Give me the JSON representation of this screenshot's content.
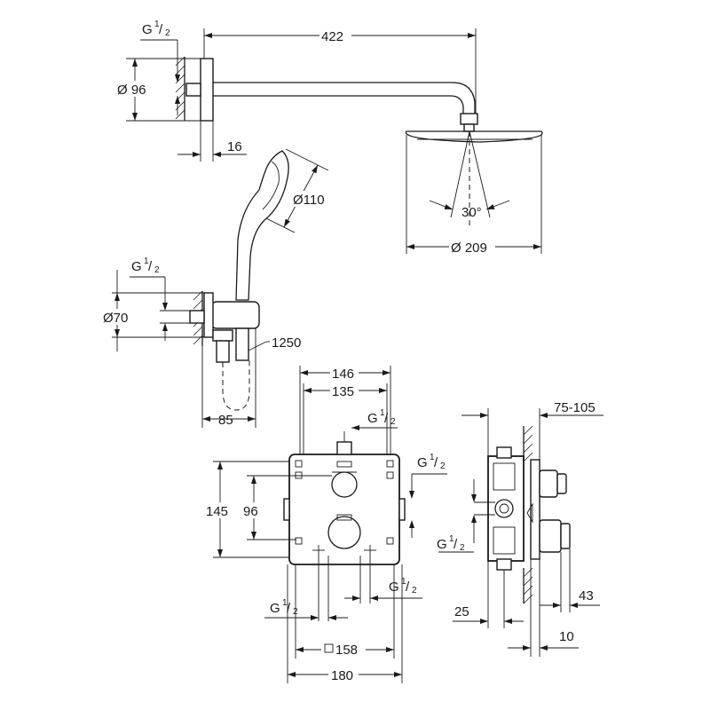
{
  "dimensions": {
    "arm_length": "422",
    "wall_flange_dia": "Ø 96",
    "wall_offset": "16",
    "hand_shower_dia": "Ø110",
    "spray_angle": "30°",
    "head_shower_dia": "Ø 209",
    "outlet_dia": "Ø70",
    "hose_length": "1250",
    "outlet_offset": "85",
    "width_146": "146",
    "width_135": "135",
    "height_145": "145",
    "height_96": "96",
    "square_158": "158",
    "width_180": "180",
    "depth_range": "75-105",
    "depth_43": "43",
    "depth_25": "25",
    "depth_10": "10"
  },
  "thread": {
    "base": "G",
    "numerator": "1",
    "denominator": "2"
  }
}
